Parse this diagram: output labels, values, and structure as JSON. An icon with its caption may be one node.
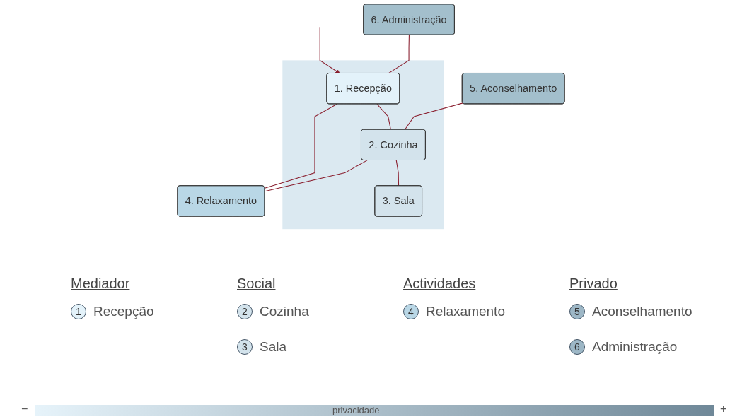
{
  "diagram": {
    "nodes": [
      {
        "text": [
          "6. Administração"
        ]
      },
      {
        "text": [
          "5. Aconselhamento"
        ]
      },
      {
        "text": [],
        "shape": "band"
      },
      {
        "text": [
          "1. Recepção"
        ],
        "in": 2
      },
      {
        "text": [
          "2. Cozinha"
        ],
        "in": 2
      },
      {
        "text": [
          "3. Sala"
        ],
        "in": 2
      },
      {
        "text": [
          "4. Relaxamento"
        ]
      }
    ],
    "edges": [
      {
        "from": 0,
        "to": 3,
        "arrow": "none"
      },
      {
        "from": 1,
        "to": 4,
        "arrow": "none"
      },
      {
        "from": 3,
        "to": 4,
        "arrow": "none"
      },
      {
        "from": 4,
        "to": 5,
        "arrow": "none"
      },
      {
        "from": 3,
        "to": 6,
        "arrow": "none"
      },
      {
        "from": 4,
        "to": 6,
        "arrow": "none"
      },
      {
        "from": null,
        "to": 3,
        "arrow": "to"
      }
    ],
    "labels": [
      "Mediador",
      "Social",
      "Actividades",
      "Privado",
      "1",
      "2",
      "4",
      "5",
      "3",
      "6",
      "−",
      "privacidade",
      "+"
    ],
    "legend": [
      {
        "text": "Recepção",
        "color": "#e3f2fa"
      },
      {
        "text": "Cozinha",
        "color": "#d3e3ec"
      },
      {
        "text": "Sala",
        "color": "#d3e3ec"
      },
      {
        "text": "Relaxamento",
        "color": "#b9d7e6"
      },
      {
        "text": "Aconselhamento",
        "color": "#9db7c6"
      },
      {
        "text": "Administração",
        "color": "#9db7c6"
      }
    ]
  }
}
